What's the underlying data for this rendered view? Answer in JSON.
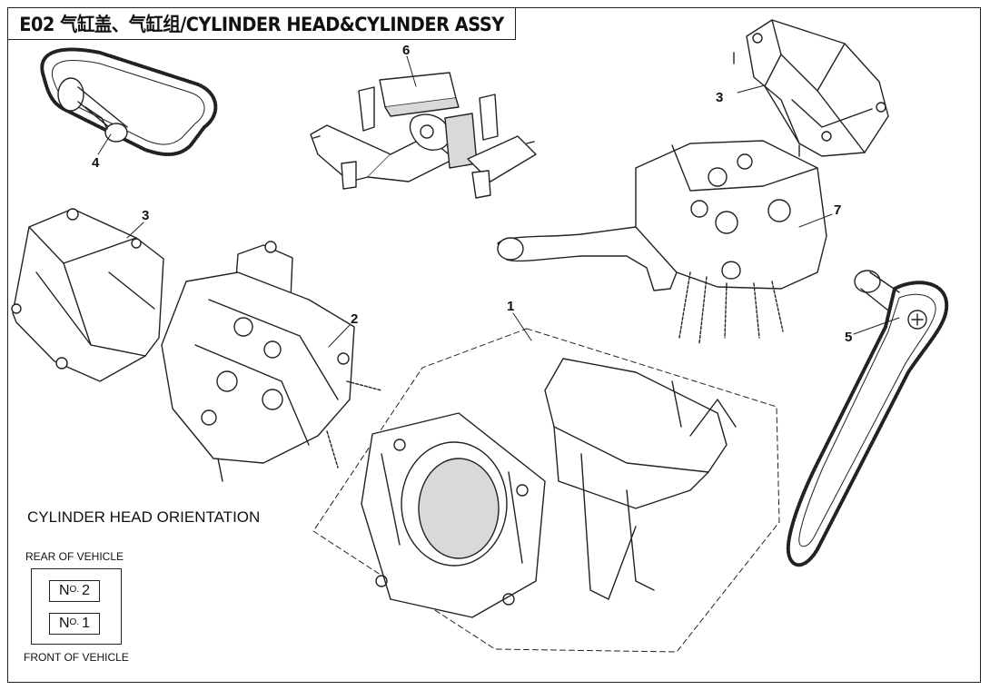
{
  "header": {
    "title": "E02 气缸盖、气缸组/CYLINDER HEAD&CYLINDER ASSY"
  },
  "callouts": [
    "1",
    "2",
    "3",
    "3",
    "4",
    "5",
    "6",
    "7"
  ],
  "orientation": {
    "title": "CYLINDER HEAD ORIENTATION",
    "rear_label": "REAR OF VEHICLE",
    "front_label": "FRONT OF VEHICLE",
    "cylinders": [
      {
        "prefix": "N",
        "sup": "O.",
        "number": "2"
      },
      {
        "prefix": "N",
        "sup": "O.",
        "number": "1"
      }
    ]
  },
  "colors": {
    "line": "#222222",
    "shade": "#d9d9d9",
    "background": "#ffffff"
  }
}
